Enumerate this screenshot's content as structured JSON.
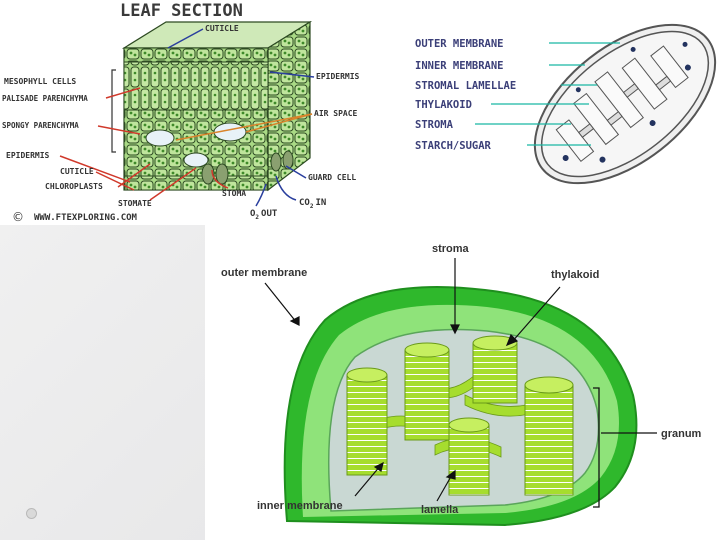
{
  "leaf_section": {
    "title": "LEAF SECTION",
    "labels": {
      "cuticle_top": "CUTICLE",
      "mesophyll": "MESOPHYLL CELLS",
      "palisade": "PALISADE PARENCHYMA",
      "spongy": "SPONGY PARENCHYMA",
      "epidermis_left": "EPIDERMIS",
      "cuticle_bottom": "CUTICLE",
      "chloroplasts": "CHLOROPLASTS",
      "stomate": "STOMATE",
      "epidermis_right": "EPIDERMIS",
      "air_space": "AIR SPACE",
      "guard_cell": "GUARD CELL",
      "stoma": "STOMA",
      "co2": "CO",
      "co2_sub": "2",
      "co2_in": "IN",
      "o2": "O",
      "o2_sub": "2",
      "o2_out": "OUT"
    },
    "copyright_symbol": "©",
    "credit": "WWW.FTEXPLORING.COM"
  },
  "chloroplast_sketch": {
    "labels": [
      "OUTER MEMBRANE",
      "INNER MEMBRANE",
      "STROMAL LAMELLAE",
      "THYLAKOID",
      "STROMA",
      "STARCH/SUGAR"
    ]
  },
  "chloroplast_3d": {
    "labels": {
      "stroma": "stroma",
      "outer_membrane": "outer membrane",
      "thylakoid": "thylakoid",
      "granum": "granum",
      "inner_membrane": "inner membrane",
      "lamella": "lamella"
    }
  },
  "colors": {
    "leaf_green": "#9fd07a",
    "label_red": "#d0392b",
    "arrow_blue": "#2a3f9e",
    "leader_cyan": "#19b6a4",
    "membrane_green": "#2fb82c",
    "grana_green": "#a6dd2e",
    "stroma_grey": "#c9d8d3"
  }
}
